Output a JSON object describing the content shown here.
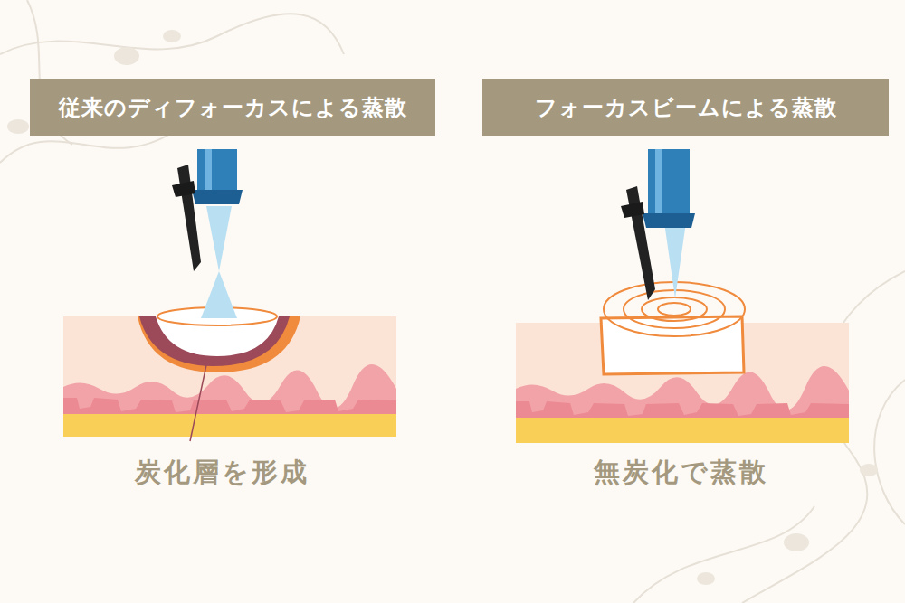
{
  "diagram": {
    "nodes": [
      {
        "text": [
          "従来のディフォーカスによる蒸散"
        ]
      },
      {
        "text": [
          "フォーカスビームによる蒸散"
        ]
      }
    ],
    "labels": [
      "炭化層を形成",
      "無炭化で蒸散"
    ]
  }
}
